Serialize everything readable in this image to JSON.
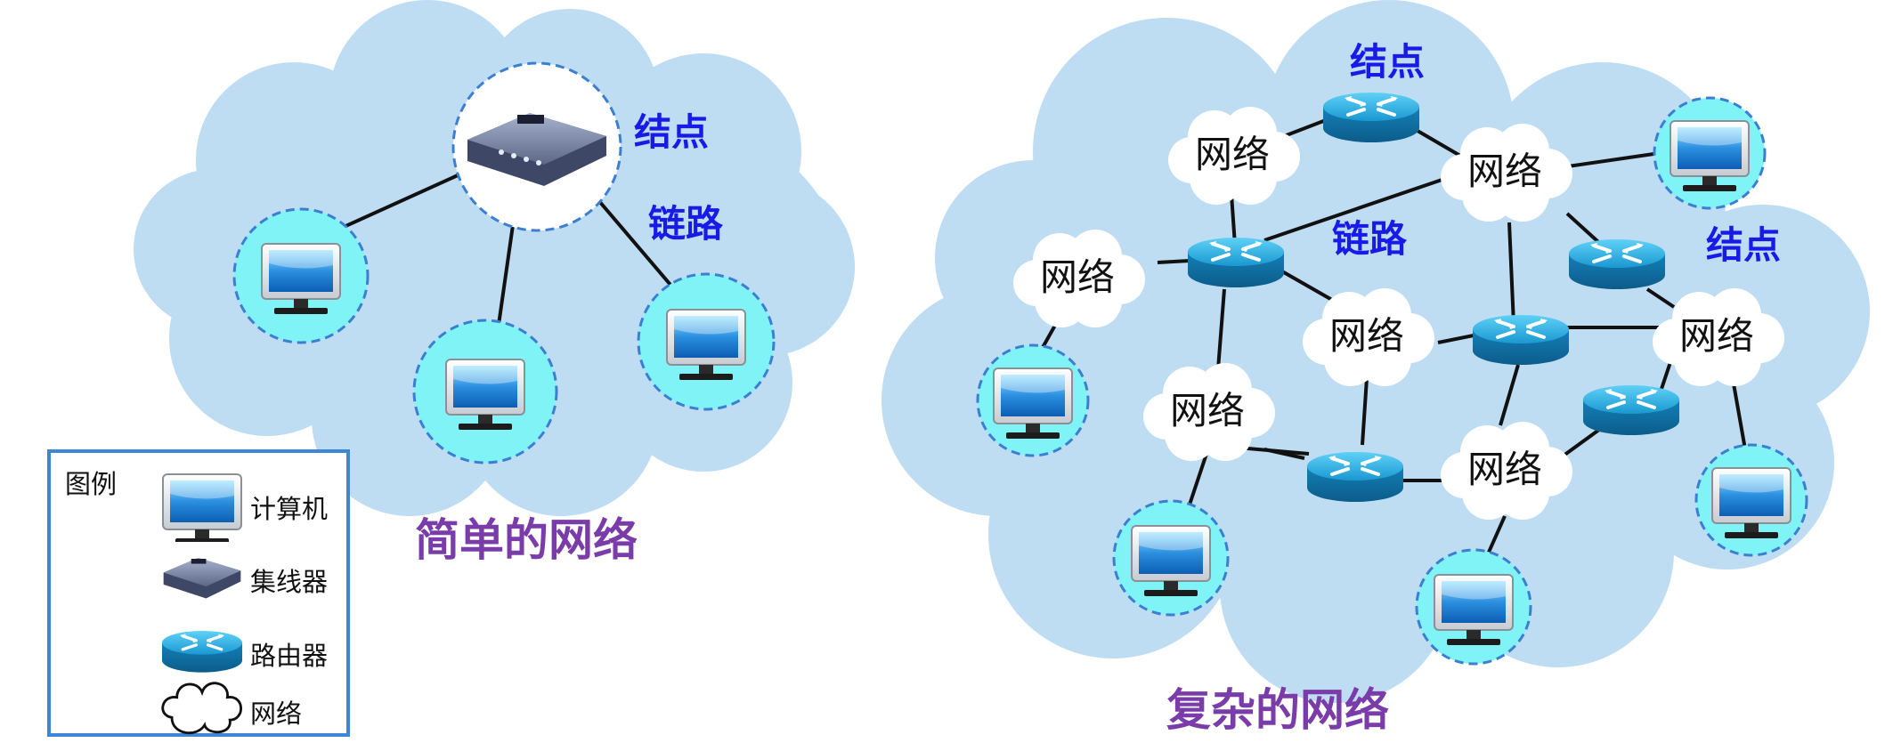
{
  "simple_network": {
    "node_label": "结点",
    "link_label": "链路",
    "caption": "简单的网络"
  },
  "complex_network": {
    "node_label_top": "结点",
    "node_label_right": "结点",
    "link_label": "链路",
    "network_labels": [
      "网络",
      "网络",
      "网络",
      "网络",
      "网络",
      "网络",
      "网络"
    ],
    "caption": "复杂的网络"
  },
  "legend": {
    "title": "图例",
    "items": [
      {
        "label": "计算机",
        "icon": "computer-icon"
      },
      {
        "label": "集线器",
        "icon": "hub-icon"
      },
      {
        "label": "路由器",
        "icon": "router-icon"
      },
      {
        "label": "网络",
        "icon": "cloud-icon"
      }
    ]
  },
  "colors": {
    "cloud_fill": "#bedcf2",
    "label_blue": "#1a1ae6",
    "caption_purple": "#7a3ca8",
    "node_circle": "#7ff3f6",
    "router_blue": "#1d9fd6",
    "legend_border": "#3c88d6"
  }
}
